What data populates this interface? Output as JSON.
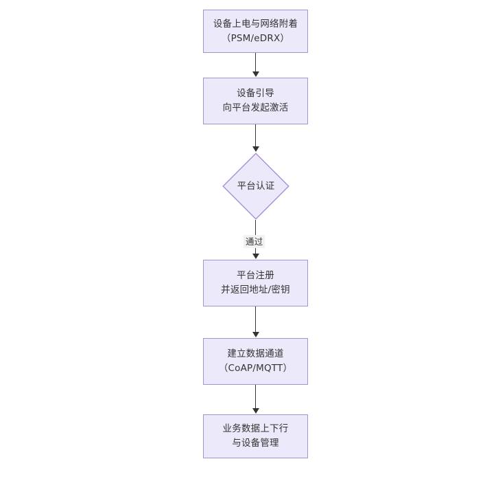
{
  "diagram": {
    "type": "flowchart",
    "orientation": "top-to-bottom",
    "theme": {
      "node_fill": "#eceafa",
      "node_border": "#a98fd4",
      "node_text": "#333333",
      "edge_color": "#333333",
      "edge_label_bg": "#f2f2f2",
      "canvas_bg": "#ffffff"
    },
    "nodes": [
      {
        "id": "n1",
        "shape": "rectangle",
        "label": "设备上电与网络附着\n（PSM/eDRX）"
      },
      {
        "id": "n2",
        "shape": "rectangle",
        "label": "设备引导\n向平台发起激活"
      },
      {
        "id": "n3",
        "shape": "diamond",
        "label": "平台认证"
      },
      {
        "id": "n4",
        "shape": "rectangle",
        "label": "平台注册\n并返回地址/密钥"
      },
      {
        "id": "n5",
        "shape": "rectangle",
        "label": "建立数据通道\n（CoAP/MQTT）"
      },
      {
        "id": "n6",
        "shape": "rectangle",
        "label": "业务数据上下行\n与设备管理"
      }
    ],
    "edges": [
      {
        "id": "e1",
        "from": "n1",
        "to": "n2",
        "label": ""
      },
      {
        "id": "e2",
        "from": "n2",
        "to": "n3",
        "label": ""
      },
      {
        "id": "e3",
        "from": "n3",
        "to": "n4",
        "label": "通过"
      },
      {
        "id": "e4",
        "from": "n4",
        "to": "n5",
        "label": ""
      },
      {
        "id": "e5",
        "from": "n5",
        "to": "n6",
        "label": ""
      }
    ]
  }
}
